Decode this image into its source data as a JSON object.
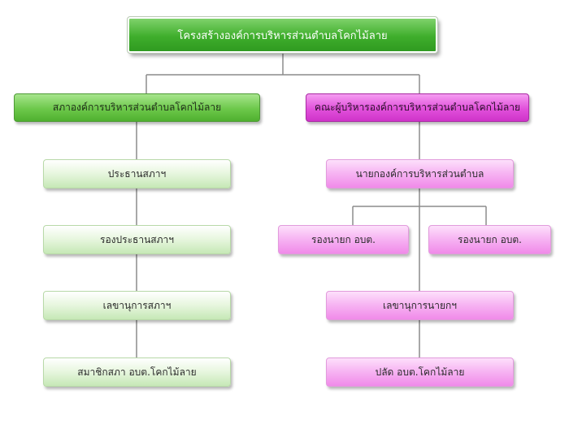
{
  "root": {
    "label": "โครงสร้างองค์การบริหารส่วนตำบลโคกไม้ลาย"
  },
  "left_branch": {
    "head": "สภาองค์การบริหารส่วนตำบลโคกไม้ลาย",
    "items": [
      "ประธานสภาฯ",
      "รองประธานสภาฯ",
      "เลขานุการสภาฯ",
      "สมาชิกสภา อบต.โคกไม้ลาย"
    ]
  },
  "right_branch": {
    "head": "คณะผู้บริหารองค์การบริหารส่วนตำบลโคกไม้ลาย",
    "chief": "นายกองค์การบริหารส่วนตำบล",
    "deputies": [
      "รองนายก อบต.",
      "รองนายก อบต."
    ],
    "items": [
      "เลขานุการนายกฯ",
      "ปลัด อบต.โคกไม้ลาย"
    ]
  },
  "colors": {
    "line": "#8c8c8c",
    "green": "#4fb02f",
    "magenta": "#e150db"
  }
}
